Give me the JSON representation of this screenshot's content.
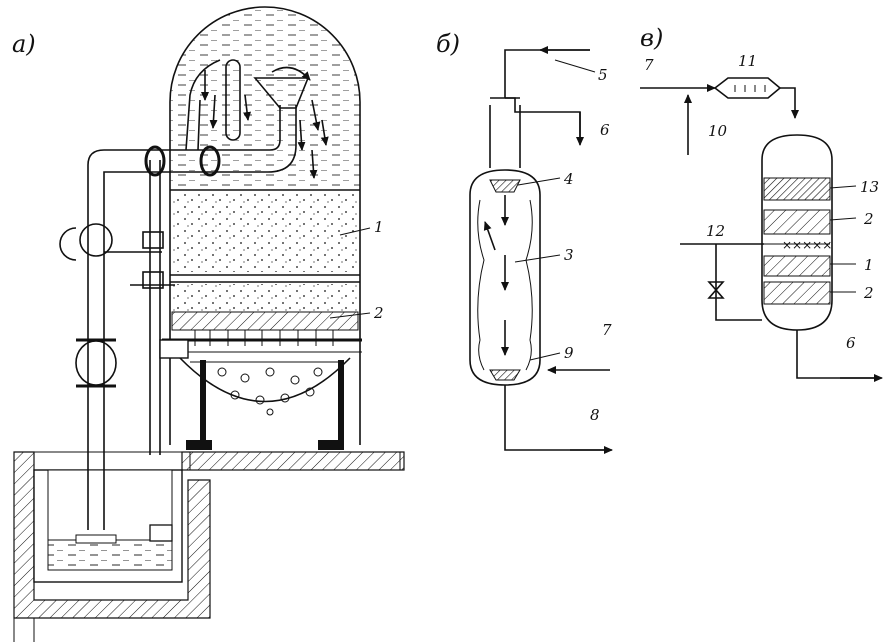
{
  "panels": {
    "a": {
      "label": "а)",
      "callouts": [
        "1",
        "2"
      ]
    },
    "b": {
      "label": "б)",
      "callouts": [
        "5",
        "6",
        "4",
        "3",
        "9",
        "7",
        "8"
      ]
    },
    "c": {
      "label": "в)",
      "callouts": [
        "7",
        "11",
        "10",
        "13",
        "12",
        "2",
        "1",
        "2",
        "6"
      ]
    }
  },
  "colors": {
    "ink": "#111111",
    "paper": "#ffffff"
  }
}
